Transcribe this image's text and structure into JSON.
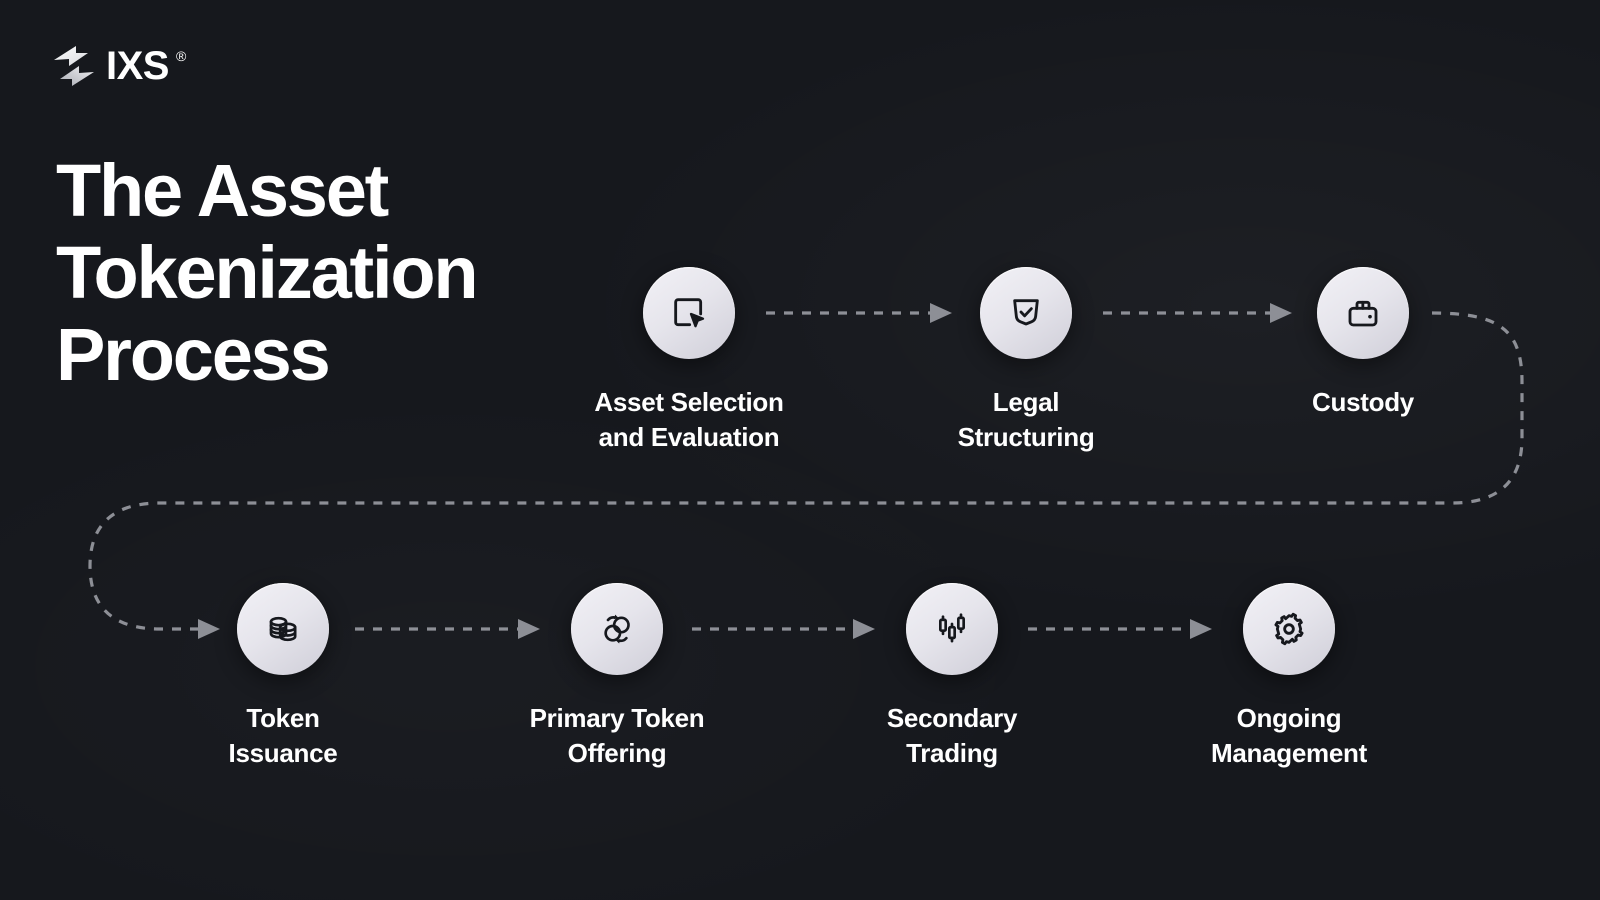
{
  "brand": {
    "logo_icon": "ixs-bolt-logo-icon",
    "wordmark": "IXS",
    "registered_mark": "®"
  },
  "headline": {
    "lines": [
      "The Asset",
      "Tokenization",
      "Process"
    ],
    "full": "The Asset Tokenization Process"
  },
  "colors": {
    "background": "#16181d",
    "text": "#ffffff",
    "node_fill_light": "#f2f1f6",
    "node_fill_dark": "#cfced8",
    "icon_stroke": "#16181d",
    "connector": "#8d8f96"
  },
  "flow": {
    "rows": [
      {
        "row_name": "row-top",
        "steps": [
          {
            "id": "asset-selection-and-evaluation",
            "icon": "square-cursor-select-icon",
            "label_lines": [
              "Asset Selection",
              "and Evaluation"
            ],
            "label": "Asset Selection and Evaluation"
          },
          {
            "id": "legal-structuring",
            "icon": "shield-check-icon",
            "label_lines": [
              "Legal",
              "Structuring"
            ],
            "label": "Legal Structuring"
          },
          {
            "id": "custody",
            "icon": "briefcase-vault-icon",
            "label_lines": [
              "Custody"
            ],
            "label": "Custody"
          }
        ]
      },
      {
        "row_name": "row-bottom",
        "steps": [
          {
            "id": "token-issuance",
            "icon": "stacked-coins-icon",
            "label_lines": [
              "Token",
              "Issuance"
            ],
            "label": "Token Issuance"
          },
          {
            "id": "primary-token-offering",
            "icon": "token-swap-circles-icon",
            "label_lines": [
              "Primary Token",
              "Offering"
            ],
            "label": "Primary Token Offering"
          },
          {
            "id": "secondary-trading",
            "icon": "candlestick-chart-icon",
            "label_lines": [
              "Secondary",
              "Trading"
            ],
            "label": "Secondary Trading"
          },
          {
            "id": "ongoing-management",
            "icon": "gear-cog-icon",
            "label_lines": [
              "Ongoing",
              "Management"
            ],
            "label": "Ongoing Management"
          }
        ]
      }
    ],
    "connectors": [
      {
        "id": "asset-selection-to-legal-structuring",
        "style": "dashed-arrow-right"
      },
      {
        "id": "legal-structuring-to-custody",
        "style": "dashed-arrow-right"
      },
      {
        "id": "custody-to-token-issuance",
        "style": "dashed-arrow-wrap-around"
      },
      {
        "id": "token-issuance-to-primary-token-offering",
        "style": "dashed-arrow-right"
      },
      {
        "id": "primary-token-offering-to-secondary-trading",
        "style": "dashed-arrow-right"
      },
      {
        "id": "secondary-trading-to-ongoing-management",
        "style": "dashed-arrow-right"
      }
    ]
  }
}
